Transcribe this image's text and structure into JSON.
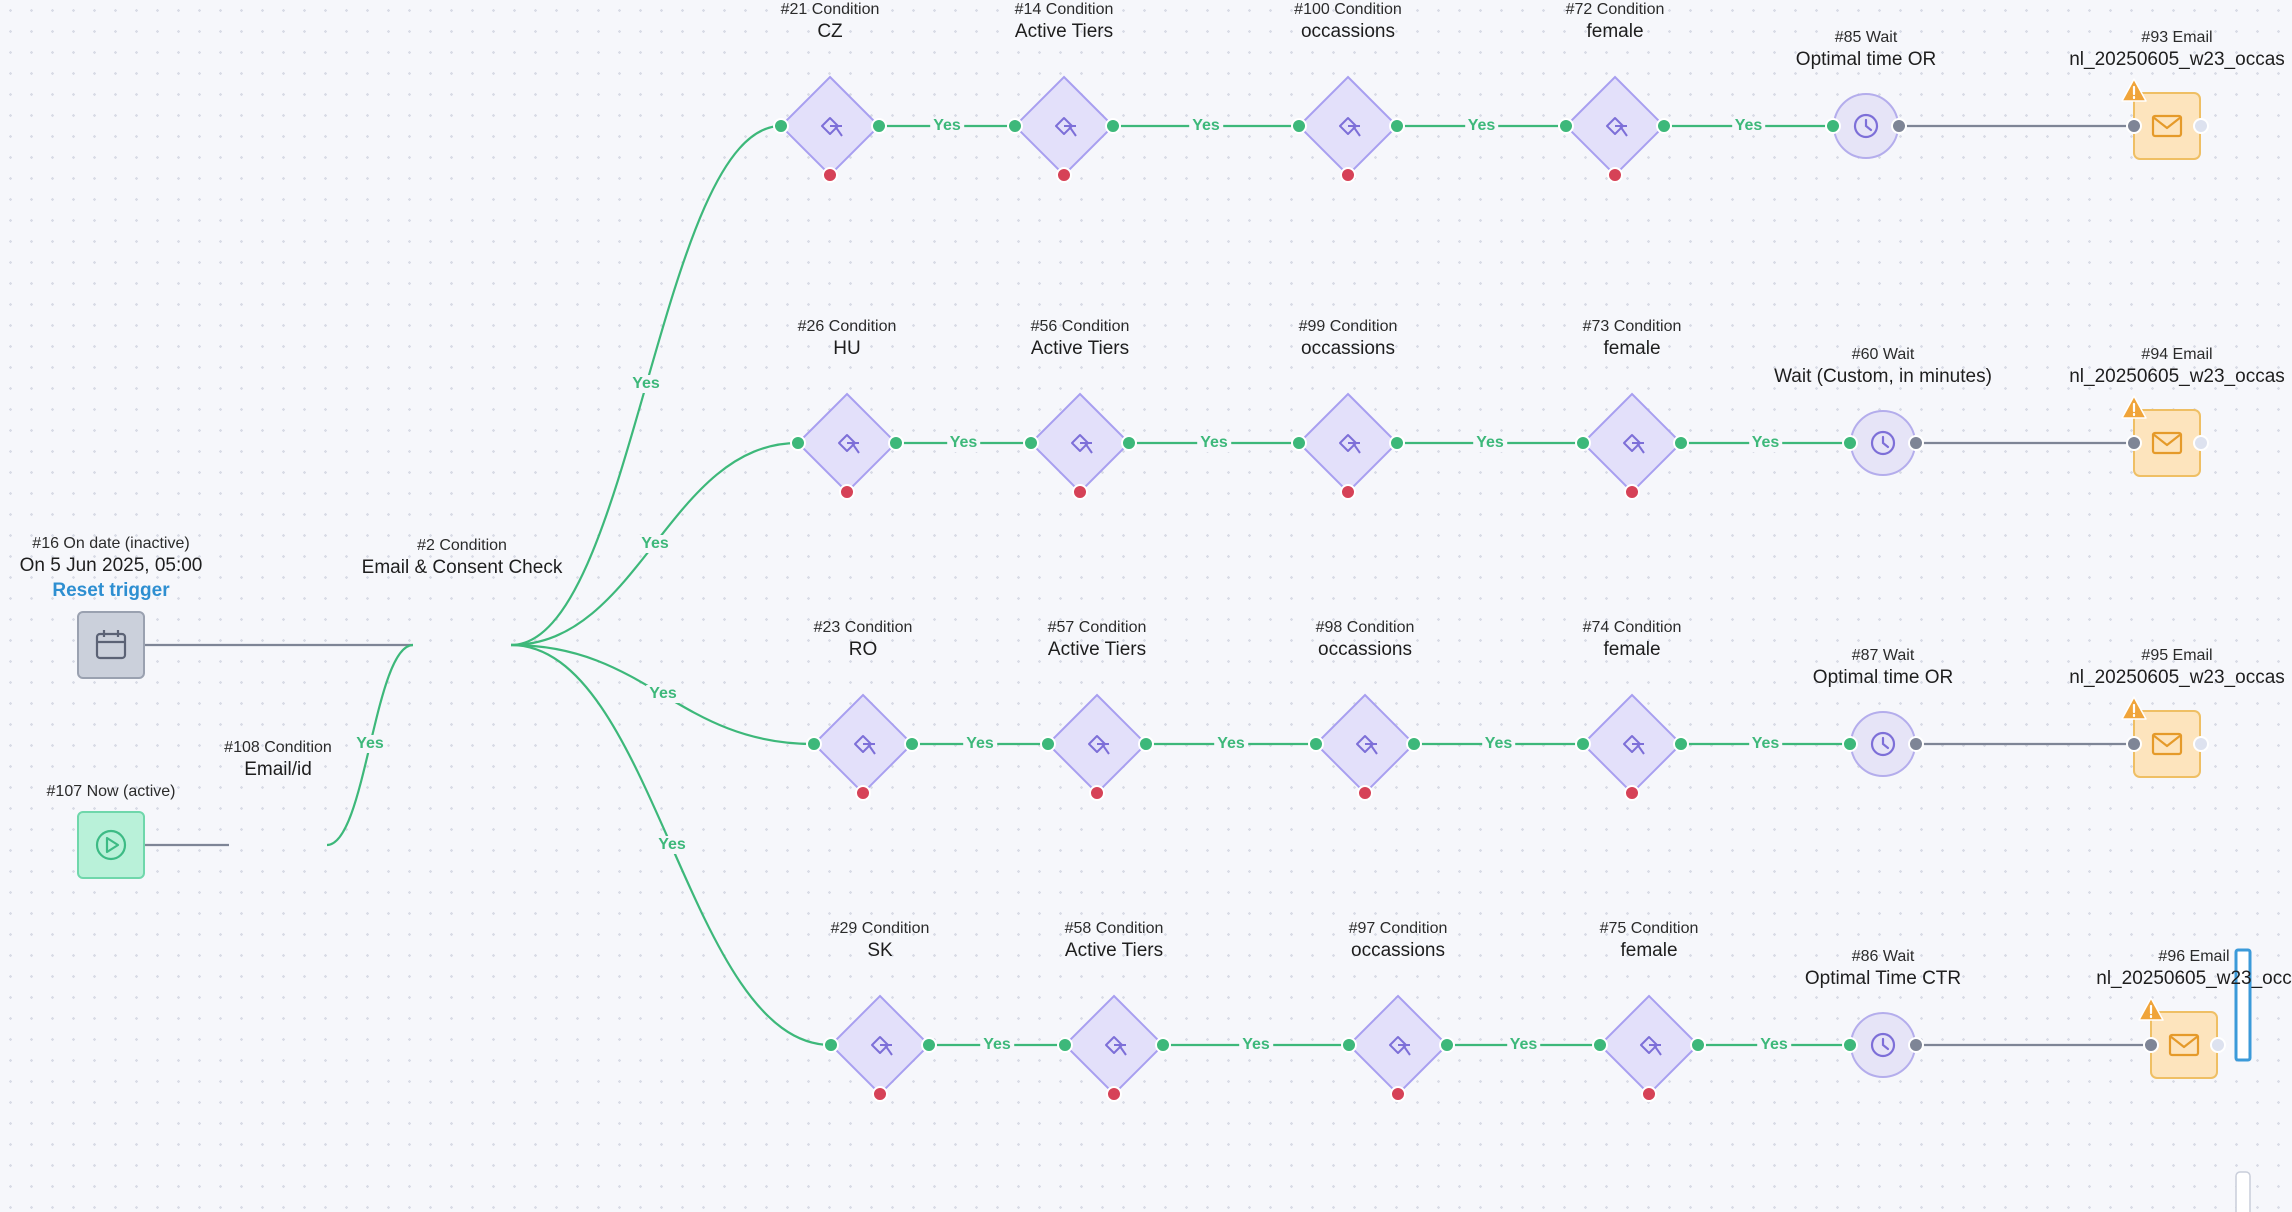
{
  "colors": {
    "accent_green": "#3db87a",
    "false_red": "#d64257",
    "condition_fill": "#e3e0fa",
    "condition_stroke": "#a89ff0",
    "wait_fill": "#e6e4f7",
    "email_fill": "#fde4bd",
    "email_stroke": "#efbf64",
    "warning": "#f0a43a",
    "trigger_inactive": "#cbd0db",
    "trigger_active": "#b9f1d9",
    "link": "#2e8fd1"
  },
  "edge_label": "Yes",
  "triggers": [
    {
      "caption": "#16 On date (inactive)",
      "title": "On 5 Jun 2025, 05:00",
      "action": "Reset trigger",
      "icon": "calendar-icon"
    },
    {
      "caption": "#107 Now (active)",
      "title": "",
      "action": "",
      "icon": "play-icon"
    }
  ],
  "gate_conditions": [
    {
      "caption": "#108 Condition",
      "title": "Email/id"
    },
    {
      "caption": "#2 Condition",
      "title": "Email & Consent Check"
    }
  ],
  "branches": [
    {
      "country": {
        "caption": "#21 Condition",
        "title": "CZ"
      },
      "tiers": {
        "caption": "#14 Condition",
        "title": "Active Tiers"
      },
      "occasions": {
        "caption": "#100 Condition",
        "title": "occassions"
      },
      "gender": {
        "caption": "#72 Condition",
        "title": "female"
      },
      "wait": {
        "caption": "#85 Wait",
        "title": "Optimal time OR"
      },
      "email": {
        "caption": "#93 Email",
        "title": "nl_20250605_w23_occas"
      }
    },
    {
      "country": {
        "caption": "#26 Condition",
        "title": "HU"
      },
      "tiers": {
        "caption": "#56 Condition",
        "title": "Active Tiers"
      },
      "occasions": {
        "caption": "#99 Condition",
        "title": "occassions"
      },
      "gender": {
        "caption": "#73 Condition",
        "title": "female"
      },
      "wait": {
        "caption": "#60 Wait",
        "title": "Wait (Custom, in minutes)"
      },
      "email": {
        "caption": "#94 Email",
        "title": "nl_20250605_w23_occas"
      }
    },
    {
      "country": {
        "caption": "#23 Condition",
        "title": "RO"
      },
      "tiers": {
        "caption": "#57 Condition",
        "title": "Active Tiers"
      },
      "occasions": {
        "caption": "#98 Condition",
        "title": "occassions"
      },
      "gender": {
        "caption": "#74 Condition",
        "title": "female"
      },
      "wait": {
        "caption": "#87 Wait",
        "title": "Optimal time OR"
      },
      "email": {
        "caption": "#95 Email",
        "title": "nl_20250605_w23_occas"
      }
    },
    {
      "country": {
        "caption": "#29 Condition",
        "title": "SK"
      },
      "tiers": {
        "caption": "#58 Condition",
        "title": "Active Tiers"
      },
      "occasions": {
        "caption": "#97 Condition",
        "title": "occassions"
      },
      "gender": {
        "caption": "#75 Condition",
        "title": "female"
      },
      "wait": {
        "caption": "#86 Wait",
        "title": "Optimal Time CTR"
      },
      "email": {
        "caption": "#96 Email",
        "title": "nl_20250605_w23_occ"
      }
    }
  ]
}
